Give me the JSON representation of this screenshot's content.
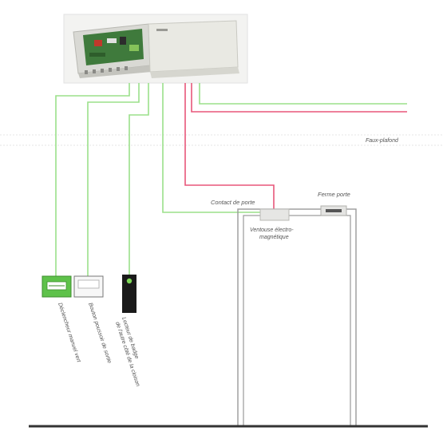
{
  "labels": {
    "faux_plafond": "Faux-plafond",
    "contact_porte": "Contact de porte",
    "ferme_porte": "Ferme porte",
    "ventouse_line1": "Ventouse électro-",
    "ventouse_line2": "magnétique",
    "declencheur": "Déclencheur manuel vert",
    "bouton": "Bouton poussoir de sortie",
    "lecteur_line1": "Lecteur de badge",
    "lecteur_line2": "de l'autre côté de la cloison"
  },
  "colors": {
    "green_wire": "#9be08a",
    "pink_wire": "#e8567a",
    "green_button": "#5ec24a",
    "door_frame": "#9a9a9a",
    "floor": "#333333"
  },
  "icons": {
    "controller": "access-control-panel",
    "door": "door",
    "maglock": "electromagnetic-lock",
    "closer": "door-closer"
  }
}
